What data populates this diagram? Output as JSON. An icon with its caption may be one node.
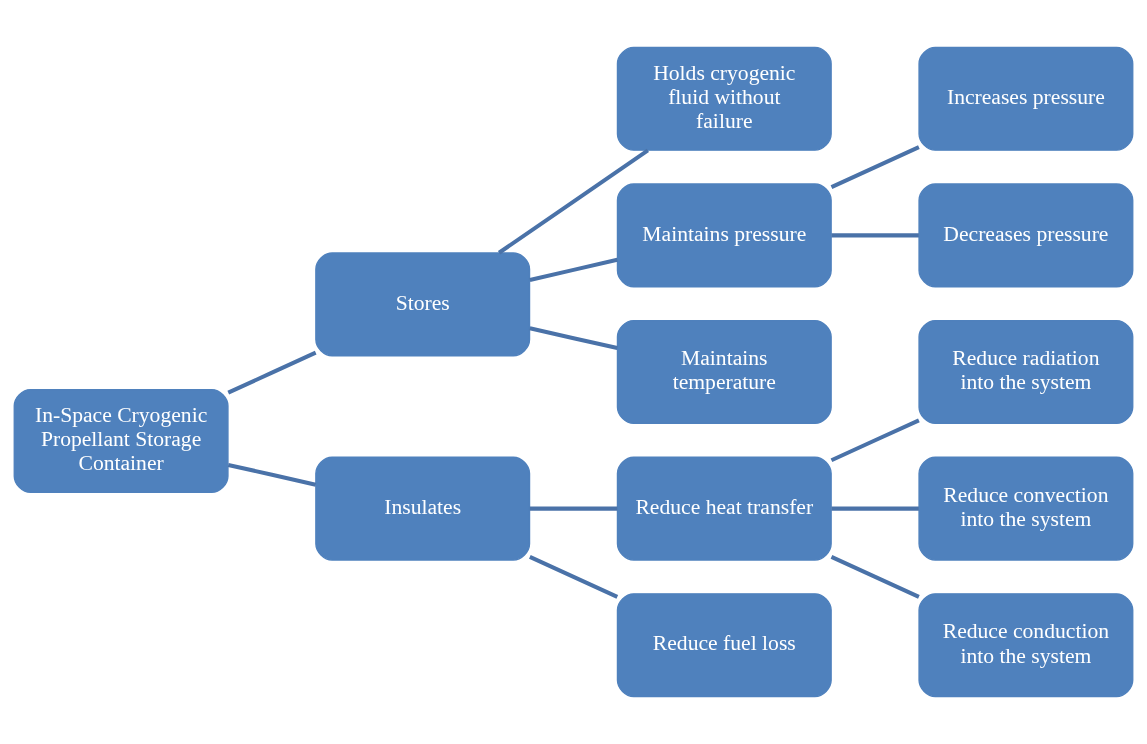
{
  "diagram": {
    "nodes": [
      {
        "text": [
          "In-Space Cryogenic Propellant Storage Container"
        ]
      },
      {
        "text": [
          "Stores"
        ]
      },
      {
        "text": [
          "Holds cryogenic fluid without failure"
        ]
      },
      {
        "text": [
          "Maintains pressure"
        ]
      },
      {
        "text": [
          "Increases pressure"
        ]
      },
      {
        "text": [
          "Decreases pressure"
        ]
      },
      {
        "text": [
          "Maintains temperature"
        ]
      },
      {
        "text": [
          "Insulates"
        ]
      },
      {
        "text": [
          "Reduce heat transfer"
        ]
      },
      {
        "text": [
          "Reduce radiation into the system"
        ]
      },
      {
        "text": [
          "Reduce convection into the system"
        ]
      },
      {
        "text": [
          "Reduce conduction into the system"
        ]
      },
      {
        "text": [
          "Reduce fuel loss"
        ]
      }
    ],
    "edges": [
      {
        "from": 0,
        "to": 1,
        "arrow": "none"
      },
      {
        "from": 0,
        "to": 7,
        "arrow": "none"
      },
      {
        "from": 1,
        "to": 2,
        "arrow": "none"
      },
      {
        "from": 1,
        "to": 3,
        "arrow": "none"
      },
      {
        "from": 1,
        "to": 6,
        "arrow": "none"
      },
      {
        "from": 3,
        "to": 4,
        "arrow": "none"
      },
      {
        "from": 3,
        "to": 5,
        "arrow": "none"
      },
      {
        "from": 7,
        "to": 8,
        "arrow": "none"
      },
      {
        "from": 7,
        "to": 12,
        "arrow": "none"
      },
      {
        "from": 8,
        "to": 9,
        "arrow": "none"
      },
      {
        "from": 8,
        "to": 10,
        "arrow": "none"
      },
      {
        "from": 8,
        "to": 11,
        "arrow": "none"
      }
    ]
  }
}
